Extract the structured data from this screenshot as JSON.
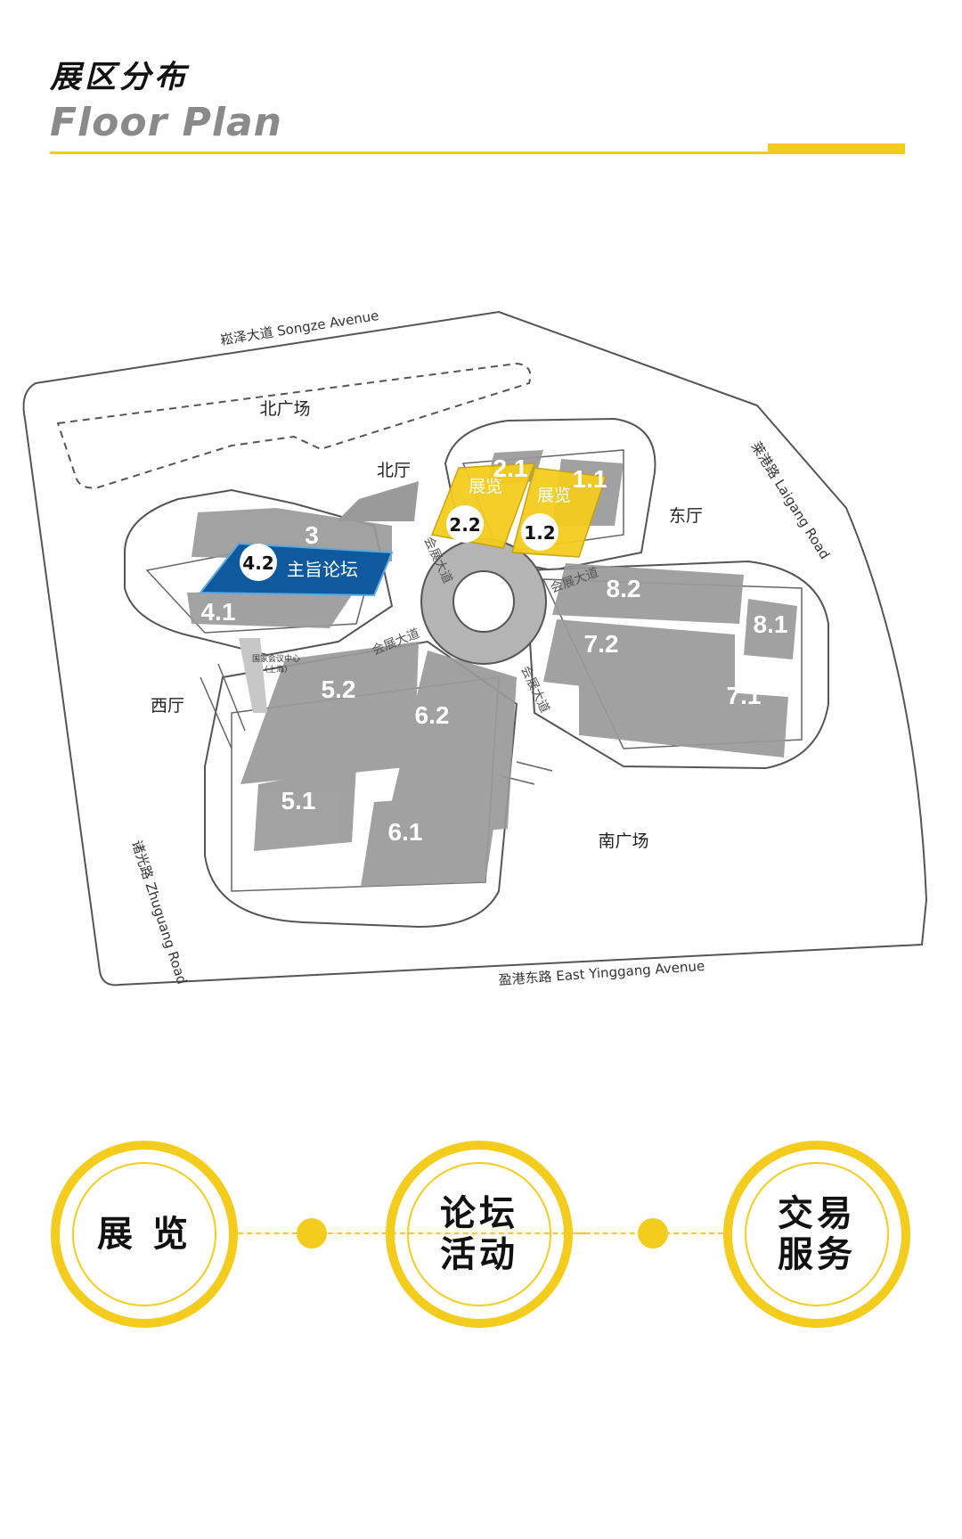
{
  "header": {
    "title_cn": "展区分布",
    "title_en": "Floor Plan"
  },
  "colors": {
    "accent": "#f4cc1e",
    "forum": "#0f5a9e",
    "hall": "#9a9a9a",
    "outline": "#5a5a5a"
  },
  "roads": {
    "north": "崧泽大道  Songze Avenue",
    "east": "莱港路  Laigang Road",
    "south": "盈港东路  East Yinggang Avenue",
    "west": "诸光路  Zhuguang Road"
  },
  "areas": {
    "north_plaza": "北广场",
    "south_plaza": "南广场",
    "north_hall": "北厅",
    "east_hall": "东厅",
    "west_hall": "西厅",
    "nccc": "国家会议中心",
    "nccc_city": "（上海）",
    "boulevard": "会展大道"
  },
  "halls": {
    "h3": "3",
    "h41": "4.1",
    "h42": "4.2",
    "h51": "5.1",
    "h52": "5.2",
    "h61": "6.1",
    "h62": "6.2",
    "h71": "7.1",
    "h72": "7.2",
    "h81": "8.1",
    "h82": "8.2",
    "h11": "1.1",
    "h12": "1.2",
    "h21": "2.1",
    "h22": "2.2"
  },
  "zones": {
    "forum": "主旨论坛",
    "exhibit": "展览"
  },
  "tabs": [
    {
      "line1": "展 览",
      "line2": ""
    },
    {
      "line1": "论坛",
      "line2": "活动"
    },
    {
      "line1": "交易",
      "line2": "服务"
    }
  ]
}
